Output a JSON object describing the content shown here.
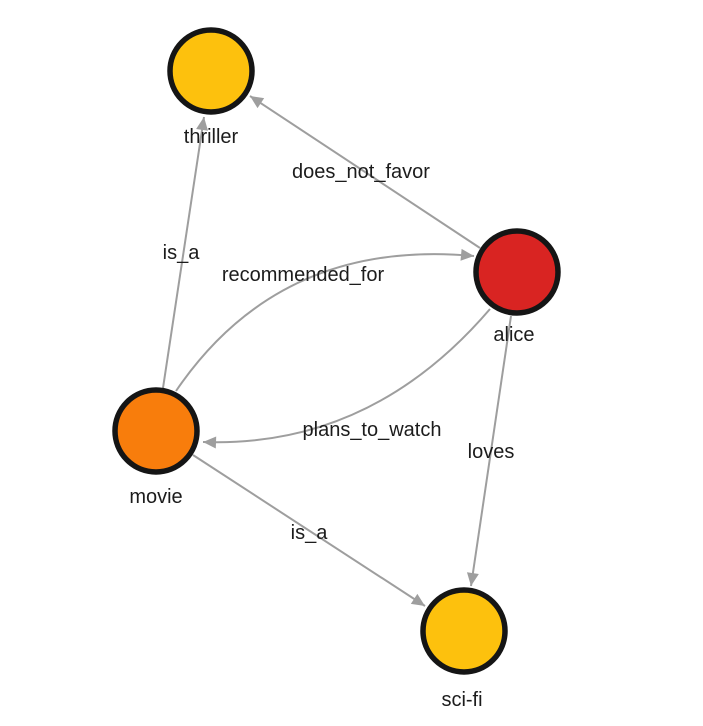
{
  "diagram": {
    "type": "directed-graph",
    "background_color": "#ffffff",
    "edge_color": "#9e9e9e",
    "node_border_color": "#151515",
    "label_color": "#1c1c1c",
    "nodes": [
      {
        "id": "thriller",
        "label": "thriller",
        "color": "#fdc10d"
      },
      {
        "id": "alice",
        "label": "alice",
        "color": "#d92422"
      },
      {
        "id": "movie",
        "label": "movie",
        "color": "#f87d0c"
      },
      {
        "id": "sci-fi",
        "label": "sci-fi",
        "color": "#fdc10d"
      }
    ],
    "edges": [
      {
        "source": "alice",
        "target": "thriller",
        "label": "does_not_favor"
      },
      {
        "source": "movie",
        "target": "thriller",
        "label": "is_a"
      },
      {
        "source": "movie",
        "target": "alice",
        "label": "recommended_for"
      },
      {
        "source": "alice",
        "target": "movie",
        "label": "plans_to_watch"
      },
      {
        "source": "alice",
        "target": "sci-fi",
        "label": "loves"
      },
      {
        "source": "movie",
        "target": "sci-fi",
        "label": "is_a"
      }
    ]
  }
}
